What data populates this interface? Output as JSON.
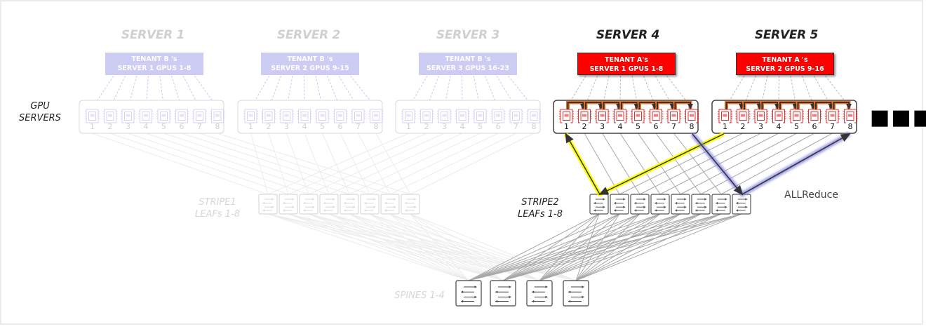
{
  "labels": {
    "gpu_servers": "GPU\nSERVERS",
    "gpu_servers_line1": "GPU",
    "gpu_servers_line2": "SERVERS",
    "stripe1_line1": "STRIPE1",
    "stripe1_line2": "LEAFs 1-8",
    "stripe2_line1": "STRIPE2",
    "stripe2_line2": "LEAFs 1-8",
    "spines": "SPINES 1-4",
    "allreduce": "ALLReduce",
    "ellipsis": "■■■"
  },
  "servers": [
    {
      "title": "SERVER 1",
      "tenant_line1": "TENANT B 's",
      "tenant_line2": "SERVER 1  GPUS 1-8",
      "tenant": "B",
      "active": false
    },
    {
      "title": "SERVER 2",
      "tenant_line1": "TENANT B 's",
      "tenant_line2": "SERVER 2 GPUS 9-15",
      "tenant": "B",
      "active": false
    },
    {
      "title": "SERVER 3",
      "tenant_line1": "TENANT B 's",
      "tenant_line2": "SERVER 3 GPUS 16-23",
      "tenant": "B",
      "active": false
    },
    {
      "title": "SERVER 4",
      "tenant_line1": "TENANT A's",
      "tenant_line2": "SERVER 1 GPUS 1-8",
      "tenant": "A",
      "active": true
    },
    {
      "title": "SERVER 5",
      "tenant_line1": "TENANT A 's",
      "tenant_line2": "SERVER 2 GPUS 9-16",
      "tenant": "A",
      "active": true
    }
  ],
  "gpu_numbers": [
    "1",
    "2",
    "3",
    "4",
    "5",
    "6",
    "7",
    "8"
  ],
  "stripes": [
    {
      "name": "STRIPE1",
      "leaf_count": 8,
      "active": false
    },
    {
      "name": "STRIPE2",
      "leaf_count": 8,
      "active": true
    }
  ],
  "spine_count": 4,
  "colors": {
    "tenant_a": "#ff0000",
    "tenant_b": "#cdccf2",
    "inactive_text": "#d0d0d0",
    "active_text": "#222222",
    "ring_path": "#f07020",
    "yellow_path": "#ffff00",
    "blue_path": "#8080e0",
    "gpu_active": "#e03030",
    "gpu_inactive": "#d4d4f4",
    "link_active": "#a8a8a8",
    "link_inactive": "#ececec"
  },
  "paths": [
    {
      "name": "yellow-path",
      "description": "Server5 GPU1 -> Stripe2 Leaf1 -> Server4 GPU1"
    },
    {
      "name": "blue-path",
      "description": "Server4 GPU8 -> Stripe2 Leaf8 -> Server5 GPU8"
    }
  ]
}
